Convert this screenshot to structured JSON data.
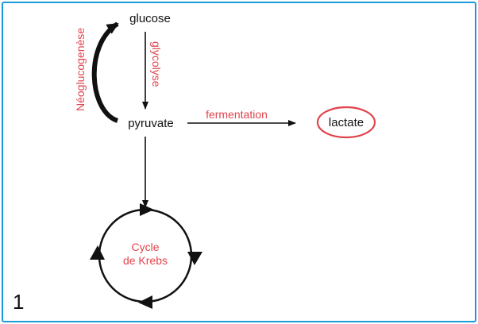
{
  "figure": {
    "number": "1",
    "border_color": "#1a9bd7",
    "red_color": "#e0444c"
  },
  "nodes": {
    "glucose": "glucose",
    "pyruvate": "pyruvate",
    "lactate": "lactate",
    "krebs_line1": "Cycle",
    "krebs_line2": "de Krebs"
  },
  "edges": {
    "glycolyse": "glycolyse",
    "neoglucogenese": "Néoglucogenèse",
    "fermentation": "fermentation"
  }
}
